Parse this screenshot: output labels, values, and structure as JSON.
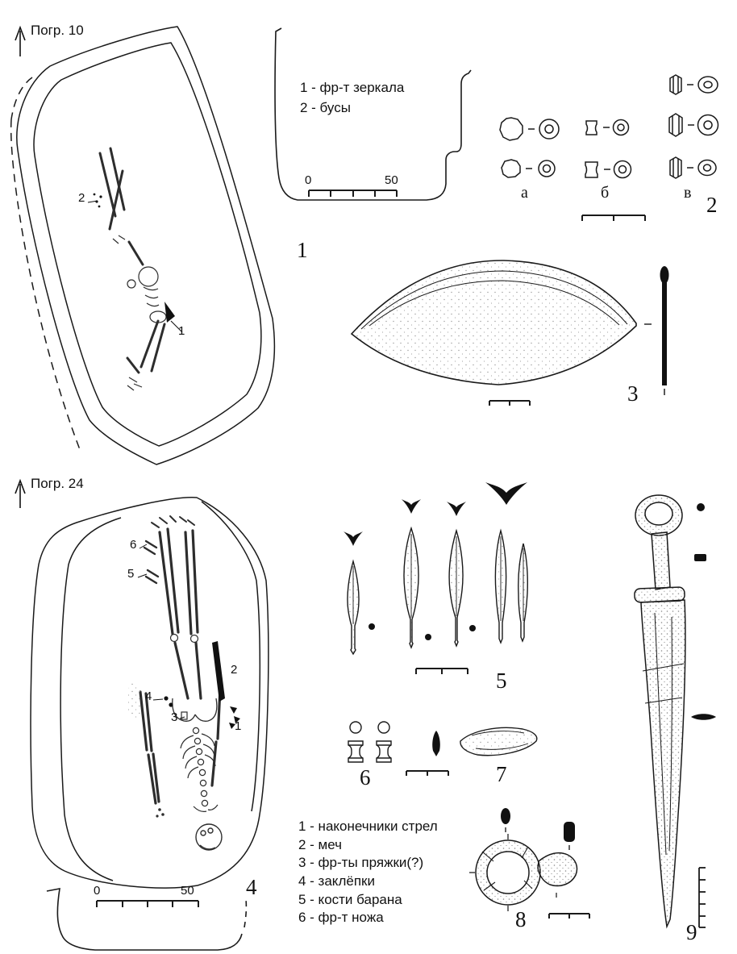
{
  "burial10": {
    "title": "Погр. 10",
    "marker_beads": "2",
    "marker_mirror": "1"
  },
  "profile1": {
    "legend": [
      "1 - фр-т зеркала",
      "2 - бусы"
    ],
    "scale_zero": "0",
    "scale_fifty": "50",
    "number": "1"
  },
  "beads2": {
    "group_a": "а",
    "group_b": "б",
    "group_v": "в",
    "number": "2"
  },
  "mirror3": {
    "number": "3"
  },
  "burial24": {
    "title": "Погр. 24",
    "marker_knife": "6",
    "marker_sheep": "5",
    "marker_sword": "2",
    "marker_arrows": "1",
    "marker_rivets": "4",
    "marker_buckle": "3",
    "scale_zero": "0",
    "scale_fifty": "50",
    "number": "4",
    "legend": [
      "1 - наконечники стрел",
      "2 - меч",
      "3 - фр-ты пряжки(?)",
      "4 - заклёпки",
      "5 - кости барана",
      "6 - фр-т ножа"
    ]
  },
  "arrowheads5": {
    "number": "5"
  },
  "rivets6": {
    "number": "6"
  },
  "flake7": {
    "number": "7"
  },
  "buckle8": {
    "number": "8"
  },
  "sword9": {
    "number": "9"
  }
}
